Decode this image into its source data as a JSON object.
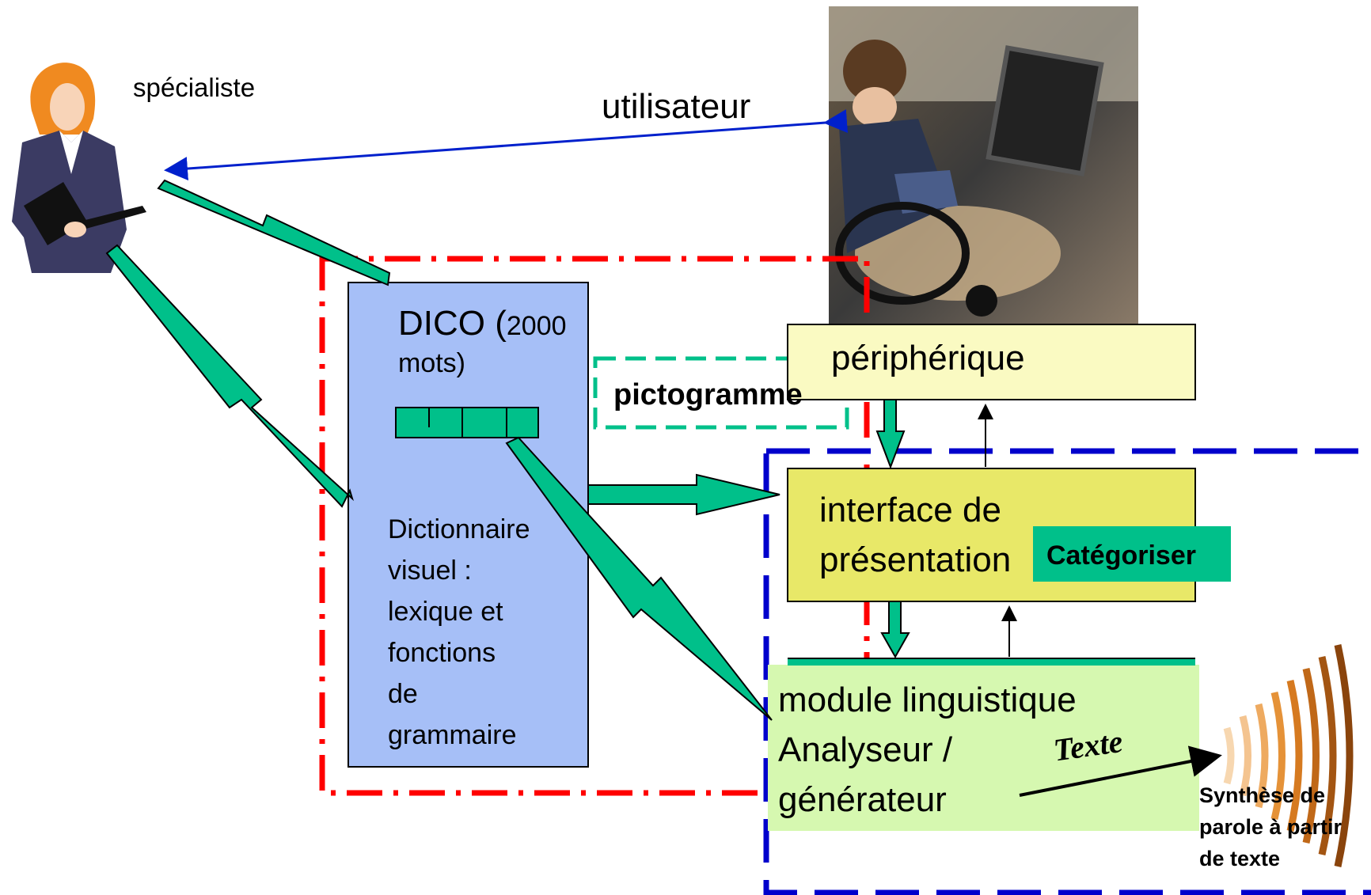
{
  "labels": {
    "specialist": "spécialiste",
    "user": "utilisateur",
    "dico_title": "DICO (",
    "dico_count": "2000",
    "dico_words": "mots)",
    "dictionary": [
      "Dictionnaire",
      "visuel :",
      "lexique et",
      "fonctions",
      "de",
      "grammaire"
    ],
    "pictogram": "pictogramme",
    "peripheral": "périphérique",
    "interface": [
      "interface de",
      "présentation"
    ],
    "categorize": "Catégoriser",
    "linguistic": [
      "module linguistique",
      "Analyseur /",
      "générateur"
    ],
    "text": "Texte",
    "synthesis": [
      "Synthèse de",
      "parole à partir",
      "de texte"
    ]
  },
  "colors": {
    "dico_fill": "#a6bff7",
    "peripheral_fill": "#fafac2",
    "interface_fill": "#e8e868",
    "linguistic_fill": "#d6f8b0",
    "teal": "#00c08a",
    "red_dash": "#ff0000",
    "blue_dash": "#0000cc",
    "blue_arrow": "#0020cc"
  }
}
